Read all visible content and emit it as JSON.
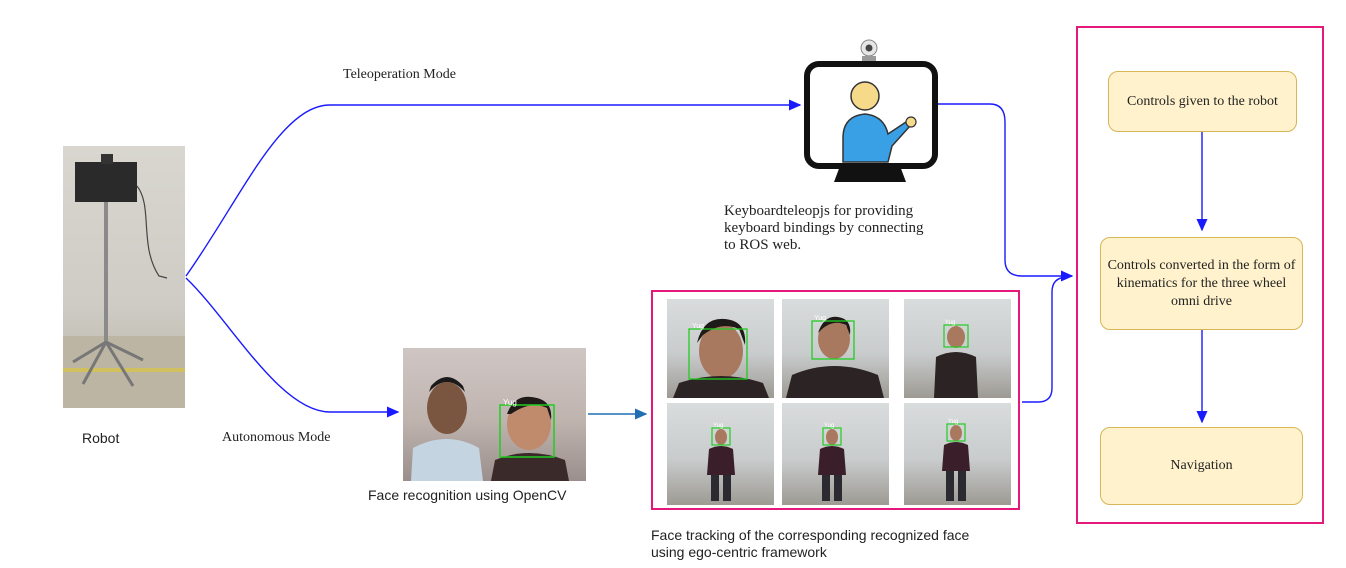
{
  "labels": {
    "teleoperation_mode": "Teleoperation Mode",
    "autonomous_mode": "Autonomous Mode",
    "robot": "Robot",
    "face_recognition": "Face recognition using OpenCV",
    "keyboard_line1": "Keyboardteleopjs  for providing",
    "keyboard_line2": "keyboard bindings by connecting",
    "keyboard_line3": "to ROS web.",
    "tracking_line1": "Face tracking of the corresponding recognized face",
    "tracking_line2": "using ego-centric framework",
    "face_tag": "Yug"
  },
  "flow": {
    "node1": "Controls given to the robot",
    "node2": "Controls converted in the form of kinematics for the three wheel omni drive",
    "node3": "Navigation"
  },
  "colors": {
    "arrow": "#1a1aff",
    "arrow_teal": "#1f6fb2",
    "highlight_border": "#e5197b",
    "node_fill": "#fff2cc",
    "node_border": "#d6b656",
    "face_box": "#22cc22"
  }
}
